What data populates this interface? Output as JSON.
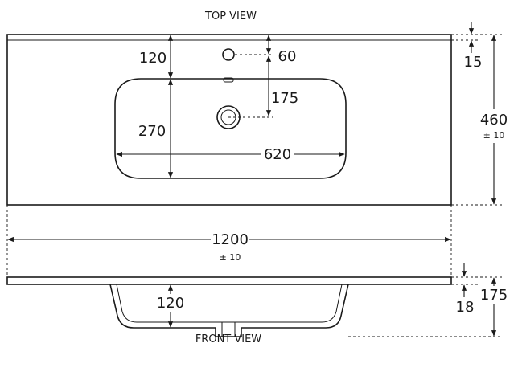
{
  "top_view": {
    "title": "TOP VIEW",
    "dims": {
      "rear_to_bowl": "120",
      "tap_hole_dia": "60",
      "edge_thickness": "15",
      "tap_to_waste": "175",
      "bowl_depth": "270",
      "bowl_width": "620",
      "total_depth": "460",
      "total_depth_tol": "± 10"
    }
  },
  "overall": {
    "width": "1200",
    "width_tol": "± 10"
  },
  "front_view": {
    "title": "FRONT VIEW",
    "dims": {
      "bowl_inner": "120",
      "top_thickness": "18",
      "total_height": "175"
    }
  }
}
